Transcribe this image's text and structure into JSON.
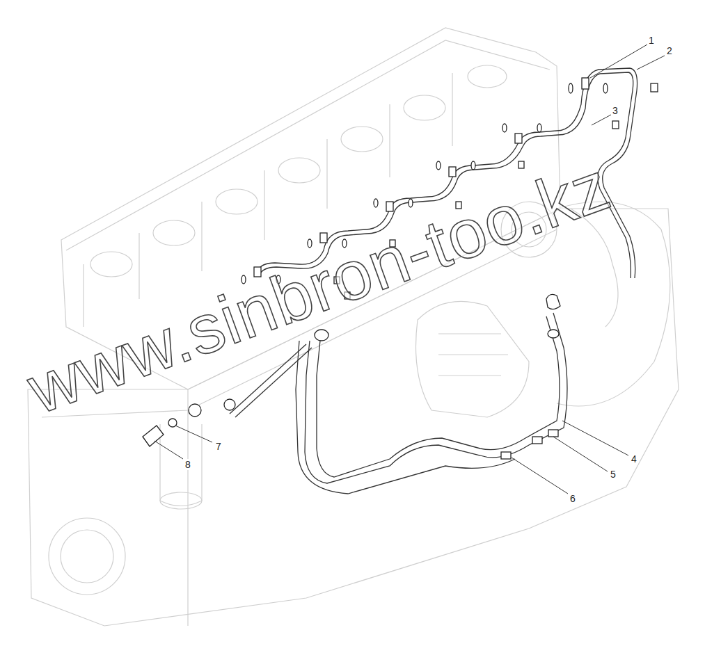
{
  "diagram": {
    "labels": [
      "1",
      "2",
      "3",
      "4",
      "5",
      "6",
      "7",
      "8",
      "www.sinbron-too.kz"
    ]
  }
}
